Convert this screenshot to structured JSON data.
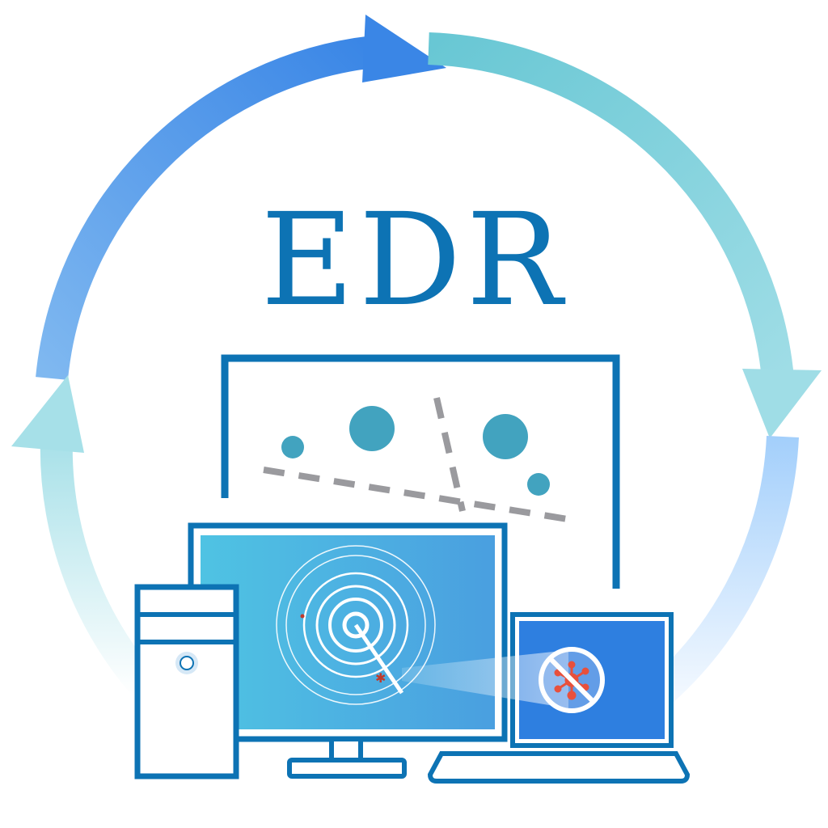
{
  "title": "EDR",
  "icons": {
    "cycle": "refresh-cycle-arrows",
    "cloud_board": "network-graph-panel",
    "desktop": "desktop-monitor",
    "tower": "pc-tower",
    "laptop": "laptop",
    "radar": "radar-scan",
    "threat": "blocked-virus"
  },
  "colors": {
    "brand": "#0d73b4",
    "arc_blue": "#3a86e6",
    "arc_teal": "#6ccad6",
    "arc_lightblue": "#a9d3fb",
    "node": "#42a3bf",
    "dash": "#9a9a9e",
    "screen_gradient_start": "#4fc3e3",
    "screen_gradient_end": "#4a9fe0",
    "laptop_screen": "#2e7fe0",
    "threat_red": "#e8503c"
  }
}
